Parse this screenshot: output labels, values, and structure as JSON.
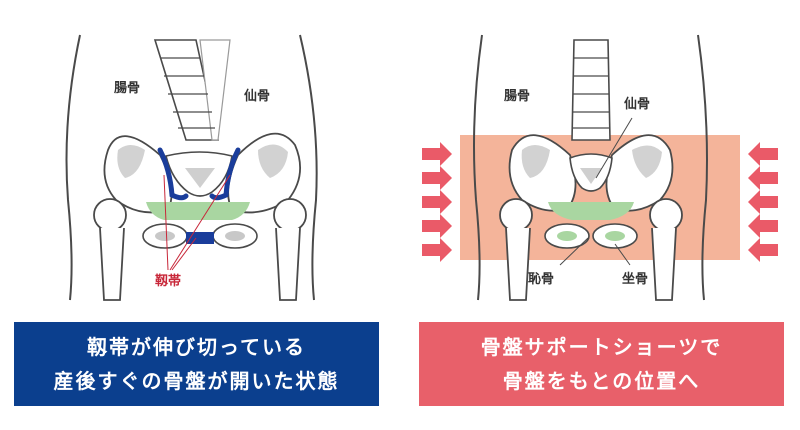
{
  "colors": {
    "caption_left_bg": "#0b3f8e",
    "caption_right_bg": "#e8606a",
    "ligament": "#1a3d9b",
    "ligament_label": "#c8283a",
    "pelvic_floor": "#a9d6a1",
    "support_band": "#f4b49a",
    "arrow": "#ea5a68",
    "outline": "#4a4a4a"
  },
  "left": {
    "labels": {
      "ilium": "腸骨",
      "sacrum": "仙骨",
      "ligament": "靱帯"
    },
    "caption": {
      "line1": "靱帯が伸び切っている",
      "line2": "産後すぐの骨盤が開いた状態"
    }
  },
  "right": {
    "labels": {
      "ilium": "腸骨",
      "sacrum": "仙骨",
      "pubis": "恥骨",
      "ischium": "坐骨"
    },
    "caption": {
      "line1": "骨盤サポートショーツで",
      "line2": "骨盤をもとの位置へ"
    }
  }
}
